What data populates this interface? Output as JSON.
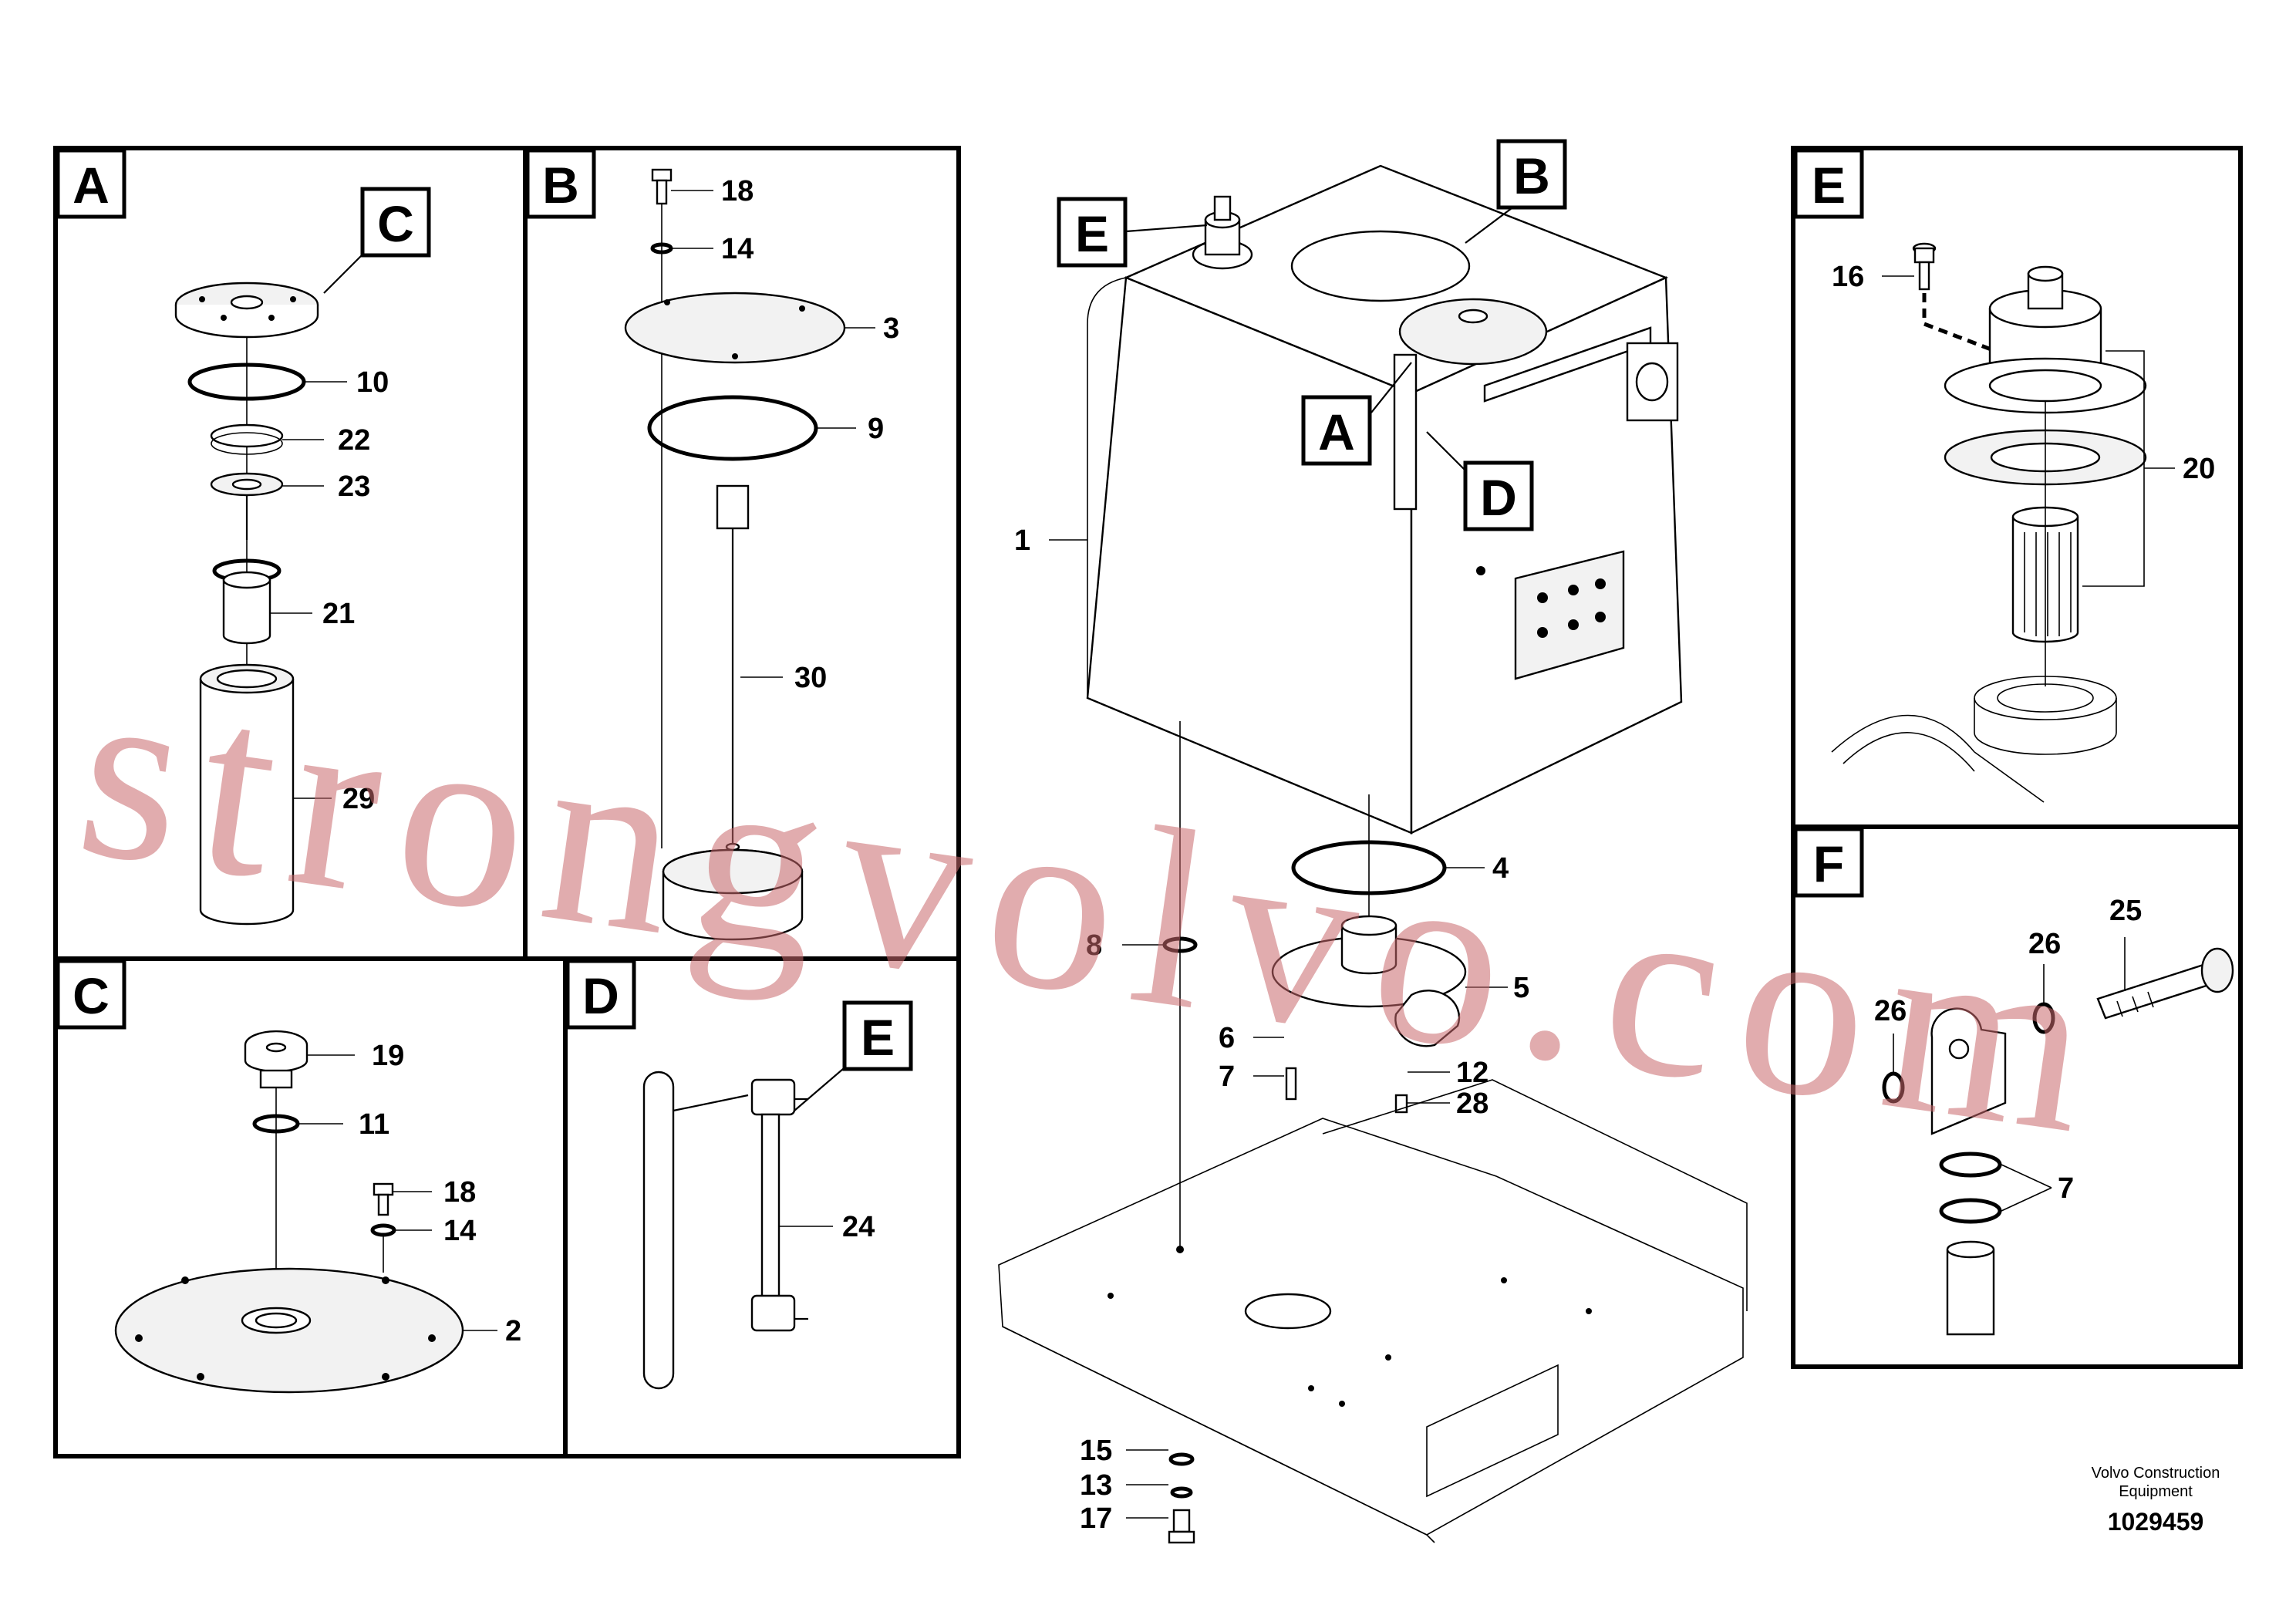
{
  "watermark": "strongvolvo.com",
  "footer": {
    "company_line1": "Volvo Construction",
    "company_line2": "Equipment",
    "drawing_number": "1029459"
  },
  "panels": {
    "A": {
      "title": "A",
      "ref_box": "C",
      "labels": [
        "10",
        "22",
        "23",
        "21",
        "29"
      ]
    },
    "B": {
      "title": "B",
      "labels": [
        "18",
        "14",
        "3",
        "9",
        "30"
      ]
    },
    "C": {
      "title": "C",
      "labels": [
        "19",
        "11",
        "18",
        "14",
        "2"
      ]
    },
    "D": {
      "title": "D",
      "ref_box": "E",
      "labels": [
        "24"
      ]
    },
    "E": {
      "title": "E",
      "labels": [
        "16",
        "20"
      ]
    },
    "F": {
      "title": "F",
      "labels": [
        "25",
        "26",
        "26",
        "7"
      ]
    }
  },
  "main_view": {
    "callout_boxes": [
      "E",
      "B",
      "A",
      "D"
    ],
    "labels": [
      "1",
      "4",
      "5",
      "8",
      "6",
      "7",
      "12",
      "28",
      "15",
      "13",
      "17"
    ]
  }
}
